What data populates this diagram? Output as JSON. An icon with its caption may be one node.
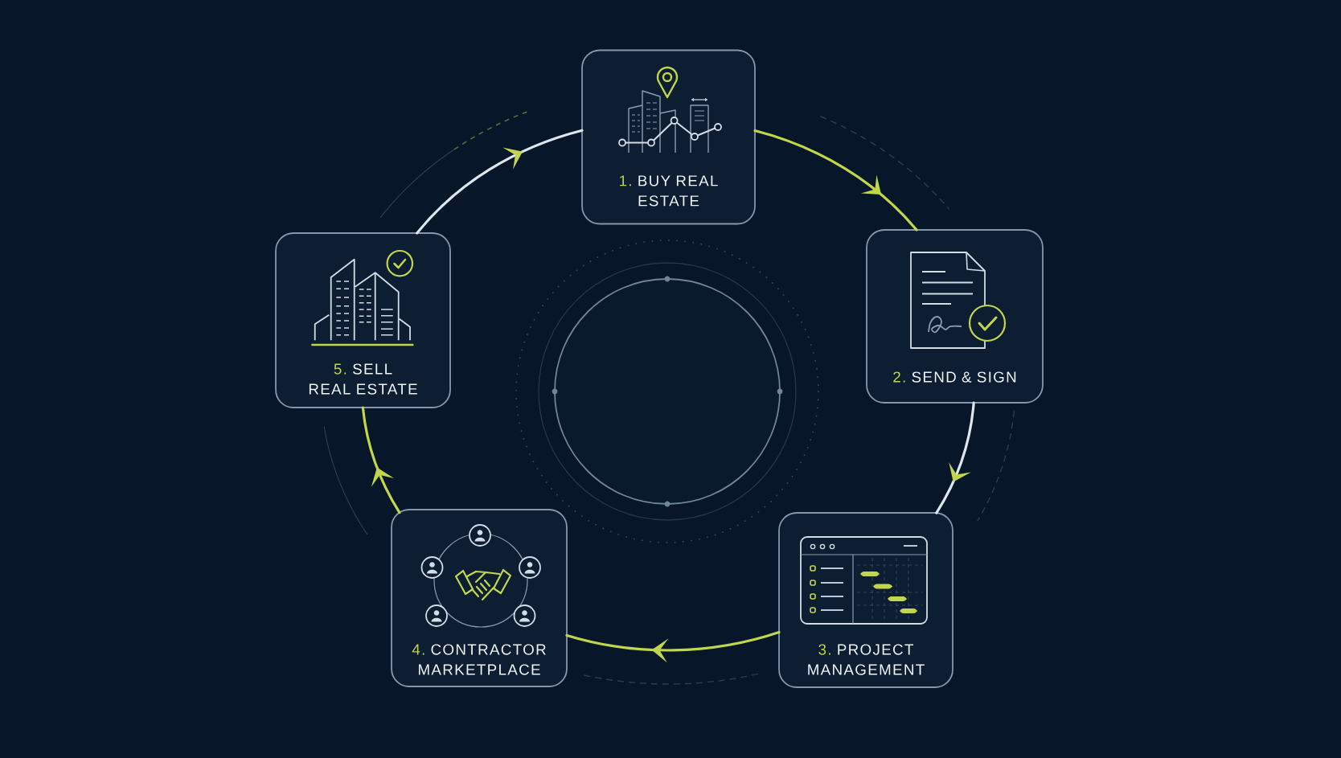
{
  "diagram": {
    "nodes": [
      {
        "text": [
          "1.",
          "BUY REAL ESTATE"
        ]
      },
      {
        "text": [
          "2.",
          "SEND & SIGN"
        ]
      },
      {
        "text": [
          "3.",
          "PROJECT MANAGEMENT"
        ]
      },
      {
        "text": [
          "4.",
          "CONTRACTOR MARKETPLACE"
        ]
      },
      {
        "text": [
          "5.",
          "SELL REAL ESTATE"
        ]
      },
      {
        "text": [],
        "shape": "circle"
      }
    ],
    "edges": [
      {
        "from": 0,
        "to": 1,
        "arrow": "to"
      },
      {
        "from": 1,
        "to": 2,
        "arrow": "to",
        "color": "#dfe7ee"
      },
      {
        "from": 2,
        "to": 3,
        "arrow": "to"
      },
      {
        "from": 3,
        "to": 4,
        "arrow": "to"
      },
      {
        "from": 4,
        "to": 0,
        "arrow": "to",
        "color": "#dfe7ee"
      }
    ]
  }
}
